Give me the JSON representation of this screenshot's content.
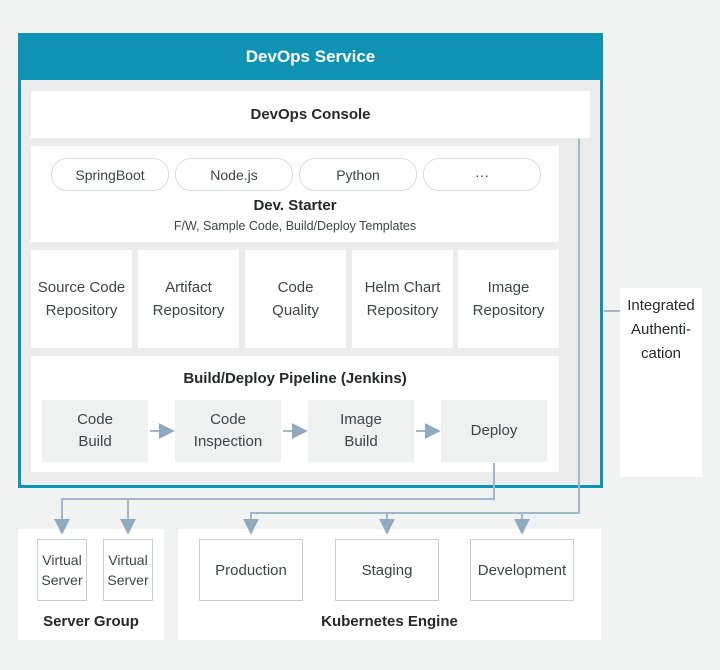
{
  "colors": {
    "teal": "#0e93b5",
    "outer_background": "#f1f2f2",
    "panel_interior": "#ececec",
    "card_background": "#ffffff",
    "step_box_background": "#eff1f1",
    "connector_line": "#a3b7c9",
    "arrowhead": "#8fa9bf",
    "title_text": "#26282a",
    "body_text": "#3f4447"
  },
  "header": {
    "title": "DevOps Service"
  },
  "console": {
    "title": "DevOps Console"
  },
  "dev_starter": {
    "title": "Dev. Starter",
    "subtitle": "F/W, Sample Code, Build/Deploy Templates",
    "pills": [
      {
        "label": "SpringBoot"
      },
      {
        "label": "Node.js"
      },
      {
        "label": "Python"
      },
      {
        "label": "···"
      }
    ]
  },
  "repositories": [
    {
      "label": "Source Code\nRepository"
    },
    {
      "label": "Artifact\nRepository"
    },
    {
      "label": "Code\nQuality"
    },
    {
      "label": "Helm Chart\nRepository"
    },
    {
      "label": "Image\nRepository"
    }
  ],
  "pipeline": {
    "title": "Build/Deploy Pipeline (Jenkins)",
    "steps": [
      {
        "label": "Code\nBuild"
      },
      {
        "label": "Code\nInspection"
      },
      {
        "label": "Image\nBuild"
      },
      {
        "label": "Deploy"
      }
    ]
  },
  "integrated_auth": {
    "label": "Integrated\nAuthenti-\ncation"
  },
  "server_group": {
    "label": "Server Group",
    "servers": [
      {
        "label": "Virtual\nServer"
      },
      {
        "label": "Virtual\nServer"
      }
    ]
  },
  "kubernetes": {
    "label": "Kubernetes Engine",
    "environments": [
      {
        "label": "Production"
      },
      {
        "label": "Staging"
      },
      {
        "label": "Development"
      }
    ]
  }
}
